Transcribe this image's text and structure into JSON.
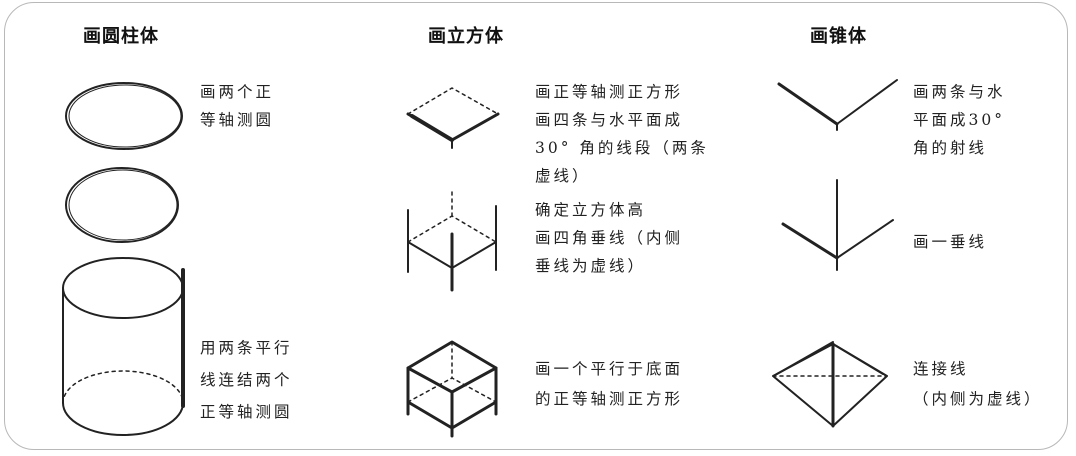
{
  "columns": [
    {
      "heading": "画圆柱体",
      "steps": [
        {
          "lines": [
            "画两个正",
            "等轴测圆"
          ]
        },
        {
          "lines": [
            "用两条平行",
            "线连结两个",
            "正等轴测圆"
          ]
        }
      ]
    },
    {
      "heading": "画立方体",
      "steps": [
        {
          "lines": [
            "画正等轴测正方形",
            "画四条与水平面成",
            "30° 角的线段（两条",
            "虚线）"
          ]
        },
        {
          "lines": [
            "确定立方体高",
            "画四角垂线（内侧",
            "垂线为虚线）"
          ]
        },
        {
          "lines": [
            "画一个平行于底面",
            "的正等轴测正方形"
          ]
        }
      ]
    },
    {
      "heading": "画锥体",
      "steps": [
        {
          "lines": [
            "画两条与水",
            "平面成30°",
            "角的射线"
          ]
        },
        {
          "lines": [
            "画一垂线"
          ]
        },
        {
          "lines": [
            "连接线",
            "（内侧为虚线）"
          ]
        }
      ]
    }
  ]
}
